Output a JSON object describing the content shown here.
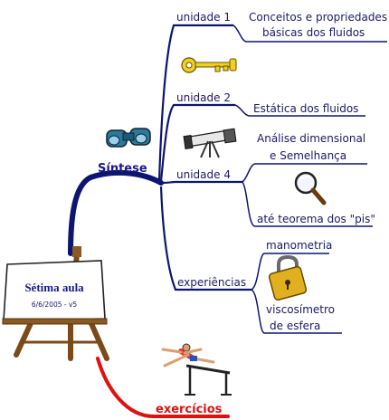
{
  "central": {
    "title": "Sétima aula",
    "subtitle": "6/6/2005 - v5"
  },
  "synthesis": {
    "label": "Síntese"
  },
  "branches": [
    {
      "label": "unidade 1",
      "topics": [
        "Conceitos e propriedades",
        "básicas dos fluidos"
      ]
    },
    {
      "label": "unidade 2",
      "topics": [
        "Estática dos fluidos"
      ]
    },
    {
      "label": "unidade 4",
      "topics": [
        "Análise dimensional",
        "e Semelhança",
        "até teorema dos \"pis\""
      ]
    },
    {
      "label": "experiências",
      "topics": [
        "manometria",
        "viscosímetro",
        "de esfera"
      ]
    }
  ],
  "exercises": {
    "label": "exercícios"
  },
  "colors": {
    "main_branch": "#0d1570",
    "exercise_branch": "#e01010",
    "label_text": "#1a1a66",
    "accent_bold": "#1a1a88"
  },
  "icons": [
    "key-icon",
    "binoculars-icon",
    "telescope-icon",
    "magnifier-icon",
    "padlock-icon",
    "easel-icon",
    "hurdler-icon"
  ]
}
